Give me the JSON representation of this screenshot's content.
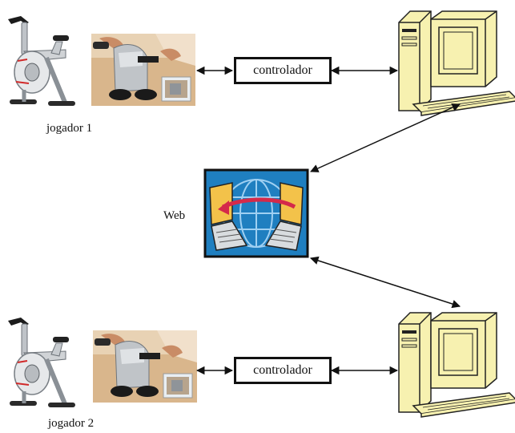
{
  "diagram": {
    "controller_label": "controlador",
    "player1_label": "jogador 1",
    "player2_label": "jogador 2",
    "web_label": "Web",
    "computer_color": "#f7f1b0",
    "photo_bg_color": "#d9b68c",
    "web_icon_bg": "#1f7fc0",
    "arrow_color": "#111111"
  }
}
